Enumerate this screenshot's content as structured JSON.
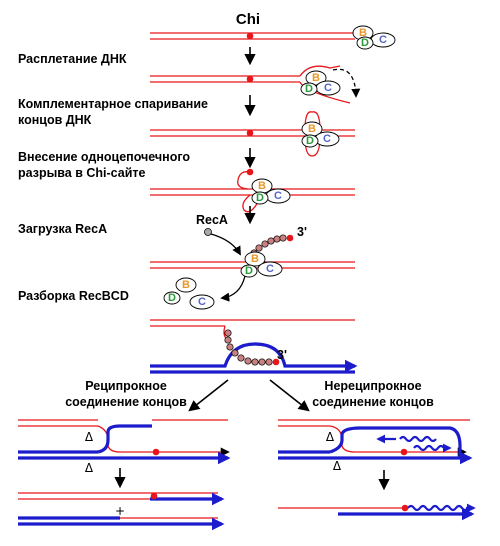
{
  "title": "Chi",
  "steps": {
    "unwinding": "Расплетание ДНК",
    "pairing_1": "Комплементарное спаривание",
    "pairing_2": "концов ДНК",
    "nicking_1": "Внесение одноцепочечного",
    "nicking_2": "разрыва в Chi-сайте",
    "loading": "Загрузка RecA",
    "disassembly": "Разборка RecBCD"
  },
  "labels": {
    "reca": "RecA",
    "three_prime": "3'",
    "reciprocal_1": "Реципрокное",
    "reciprocal_2": "соединение концов",
    "nonreciprocal_1": "Нереципрокное",
    "nonreciprocal_2": "соединение концов",
    "cut_mark": "Δ",
    "plus_mark": "+"
  },
  "proteins": {
    "b": {
      "label": "B",
      "color": "#e8972b"
    },
    "c": {
      "label": "C",
      "color": "#5566c8"
    },
    "d": {
      "label": "D",
      "color": "#2a9a3a"
    }
  },
  "colors": {
    "dna_red": "#e8161b",
    "dna_blue": "#1c1ccc",
    "chi_dot": "#e8161b",
    "reca_bead": "#c98080"
  }
}
